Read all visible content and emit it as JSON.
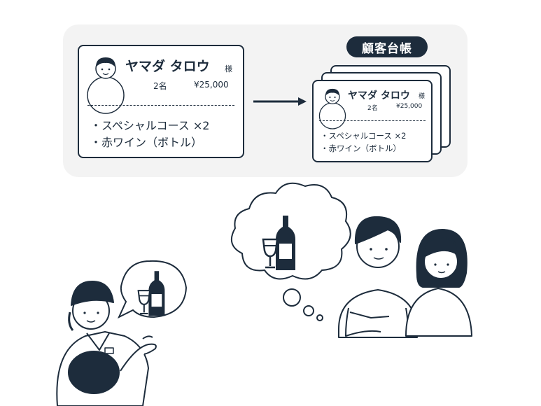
{
  "customer_card": {
    "name": "ヤマダ タロウ",
    "honorific": "様",
    "guests": "2名",
    "amount": "¥25,000",
    "items": [
      "・スペシャルコース ×2",
      "・赤ワイン（ボトル）"
    ]
  },
  "ledger": {
    "label": "顧客台帳",
    "card": {
      "name": "ヤマダ タロウ",
      "honorific": "様",
      "guests": "2名",
      "amount": "¥25,000",
      "items": [
        "・スペシャルコース ×2",
        "・赤ワイン（ボトル）"
      ]
    }
  },
  "icons": {
    "avatar": "person-avatar-icon",
    "arrow": "arrow-right-icon",
    "wine": "wine-bottle-glass-icon"
  },
  "colors": {
    "ink": "#1d2c3c",
    "panel_bg": "#f3f3f3",
    "card_bg": "#ffffff"
  }
}
